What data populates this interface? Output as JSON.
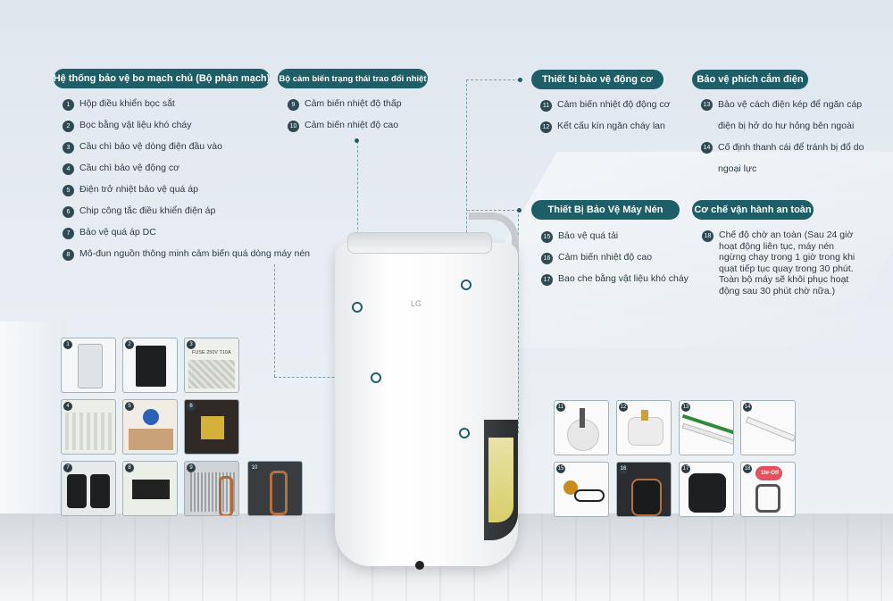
{
  "brand": "LG",
  "colors": {
    "accent": "#1e5e66",
    "number_badge": "#2d4a55"
  },
  "sections": {
    "board": {
      "title": "Hệ thống bảo vệ bo mạch chủ (Bộ phận mạch)",
      "items": [
        {
          "n": "1",
          "text": "Hộp điều khiển bọc sắt"
        },
        {
          "n": "2",
          "text": "Bọc bằng vật liệu khó cháy"
        },
        {
          "n": "3",
          "text": "Cầu chì bảo vệ dòng điện đầu vào"
        },
        {
          "n": "4",
          "text": "Cầu chì bảo vệ động cơ"
        },
        {
          "n": "5",
          "text": "Điện trở nhiệt bảo vệ quá áp"
        },
        {
          "n": "6",
          "text": "Chip công tắc điều khiển điện áp"
        },
        {
          "n": "7",
          "text": "Bảo vệ quá áp DC"
        },
        {
          "n": "8",
          "text": "Mô-đun nguồn thông minh cảm biến quá dòng máy nén"
        }
      ]
    },
    "sensor": {
      "title": "Bộ cảm biến trạng thái trao đổi nhiệt",
      "items": [
        {
          "n": "9",
          "text": "Cảm biến nhiệt độ thấp"
        },
        {
          "n": "10",
          "text": "Cảm biến nhiệt độ cao"
        }
      ]
    },
    "motor": {
      "title": "Thiết bị bảo vệ động cơ",
      "items": [
        {
          "n": "11",
          "text": "Cảm biến nhiệt độ động cơ"
        },
        {
          "n": "12",
          "text": "Kết cấu kín ngăn cháy lan"
        }
      ]
    },
    "plug": {
      "title": "Bảo vệ phích cắm điện",
      "items": [
        {
          "n": "13",
          "text": "Bảo vệ cách điện kép để ngăn cáp điện bị hở do hư hỏng bên ngoài"
        },
        {
          "n": "14",
          "text": "Cố định thanh cái để tránh bị đổ do ngoại lực"
        }
      ]
    },
    "compressor": {
      "title": "Thiết Bị Bảo Vệ Máy Nén",
      "items": [
        {
          "n": "15",
          "text": "Bảo vệ quá tải"
        },
        {
          "n": "16",
          "text": "Cảm biến nhiệt độ cao"
        },
        {
          "n": "17",
          "text": "Bao che bằng vật liệu khó cháy"
        }
      ]
    },
    "safety": {
      "title": "Cơ chế vận hành an toàn",
      "items": [
        {
          "n": "18",
          "text": "Chế độ chờ an toàn (Sau 24 giờ hoạt động liên tục, máy nén ngừng chạy trong 1 giờ trong khi quạt tiếp tục quay trong 30 phút. Toàn bộ máy sẽ khôi phục hoạt động sau 30 phút chờ nữa.)"
        }
      ]
    }
  },
  "thumbnails": {
    "left": [
      "1",
      "2",
      "3",
      "4",
      "5",
      "6",
      "7",
      "8",
      "9",
      "10"
    ],
    "right": [
      "11",
      "12",
      "13",
      "14",
      "15",
      "16",
      "17",
      "18"
    ],
    "fuse_label": "FUSE 250V T10A",
    "timer_label": "1hr-Off"
  }
}
